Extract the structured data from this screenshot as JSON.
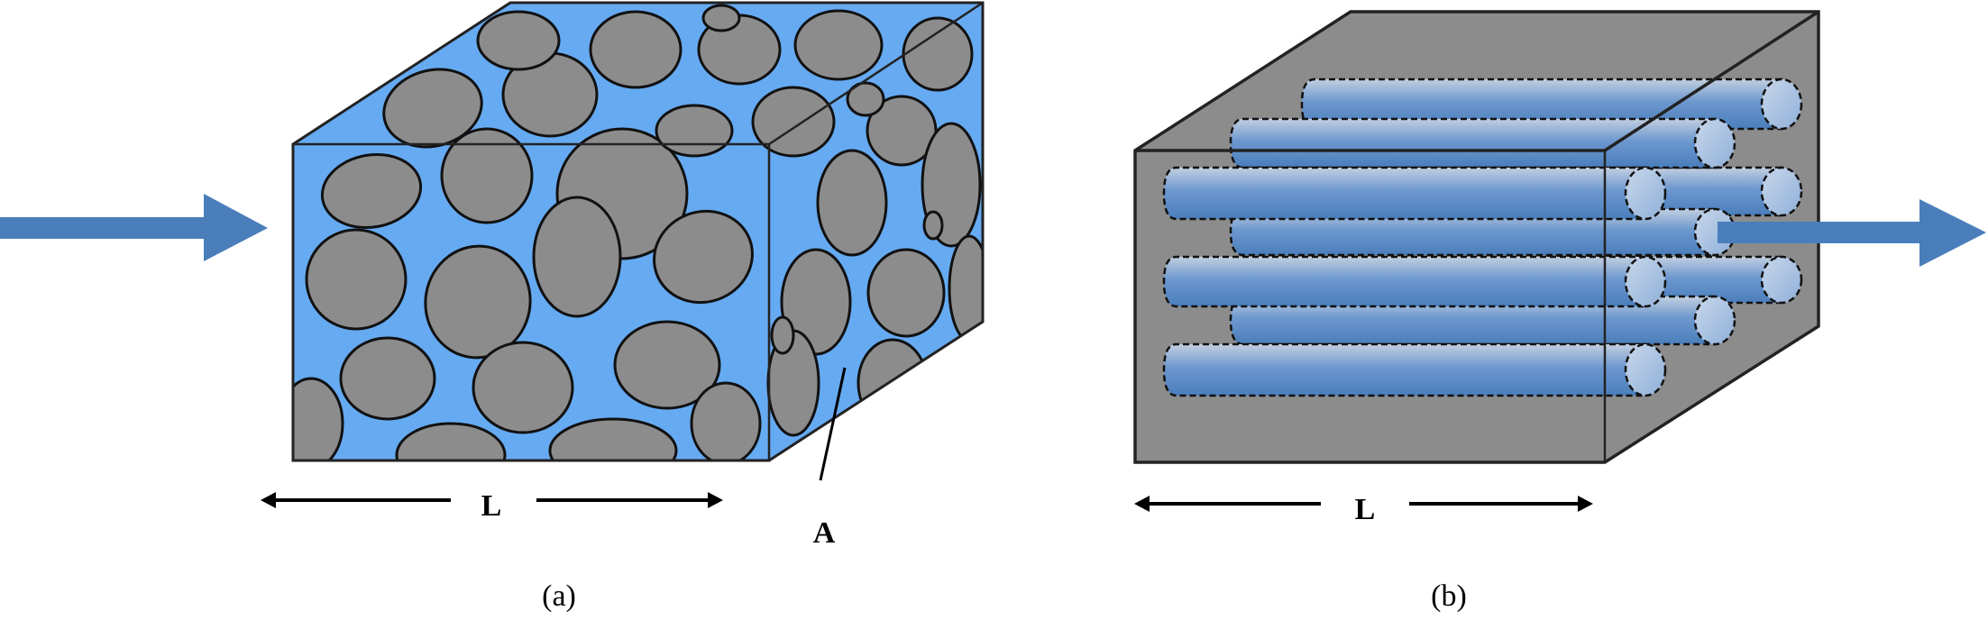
{
  "panel_a": {
    "length_label": "L",
    "area_label": "A",
    "caption": "(a)"
  },
  "panel_b": {
    "length_label": "L",
    "caption": "(b)"
  },
  "colors": {
    "matrix_gray": "#8c8c8c",
    "pore_blue": "#66aaf2",
    "flow_arrow": "#4a7ebb",
    "tube_dark": "#4f82c3",
    "tube_light": "#c2cfe0",
    "tube_cap": "#a9c3e3"
  }
}
